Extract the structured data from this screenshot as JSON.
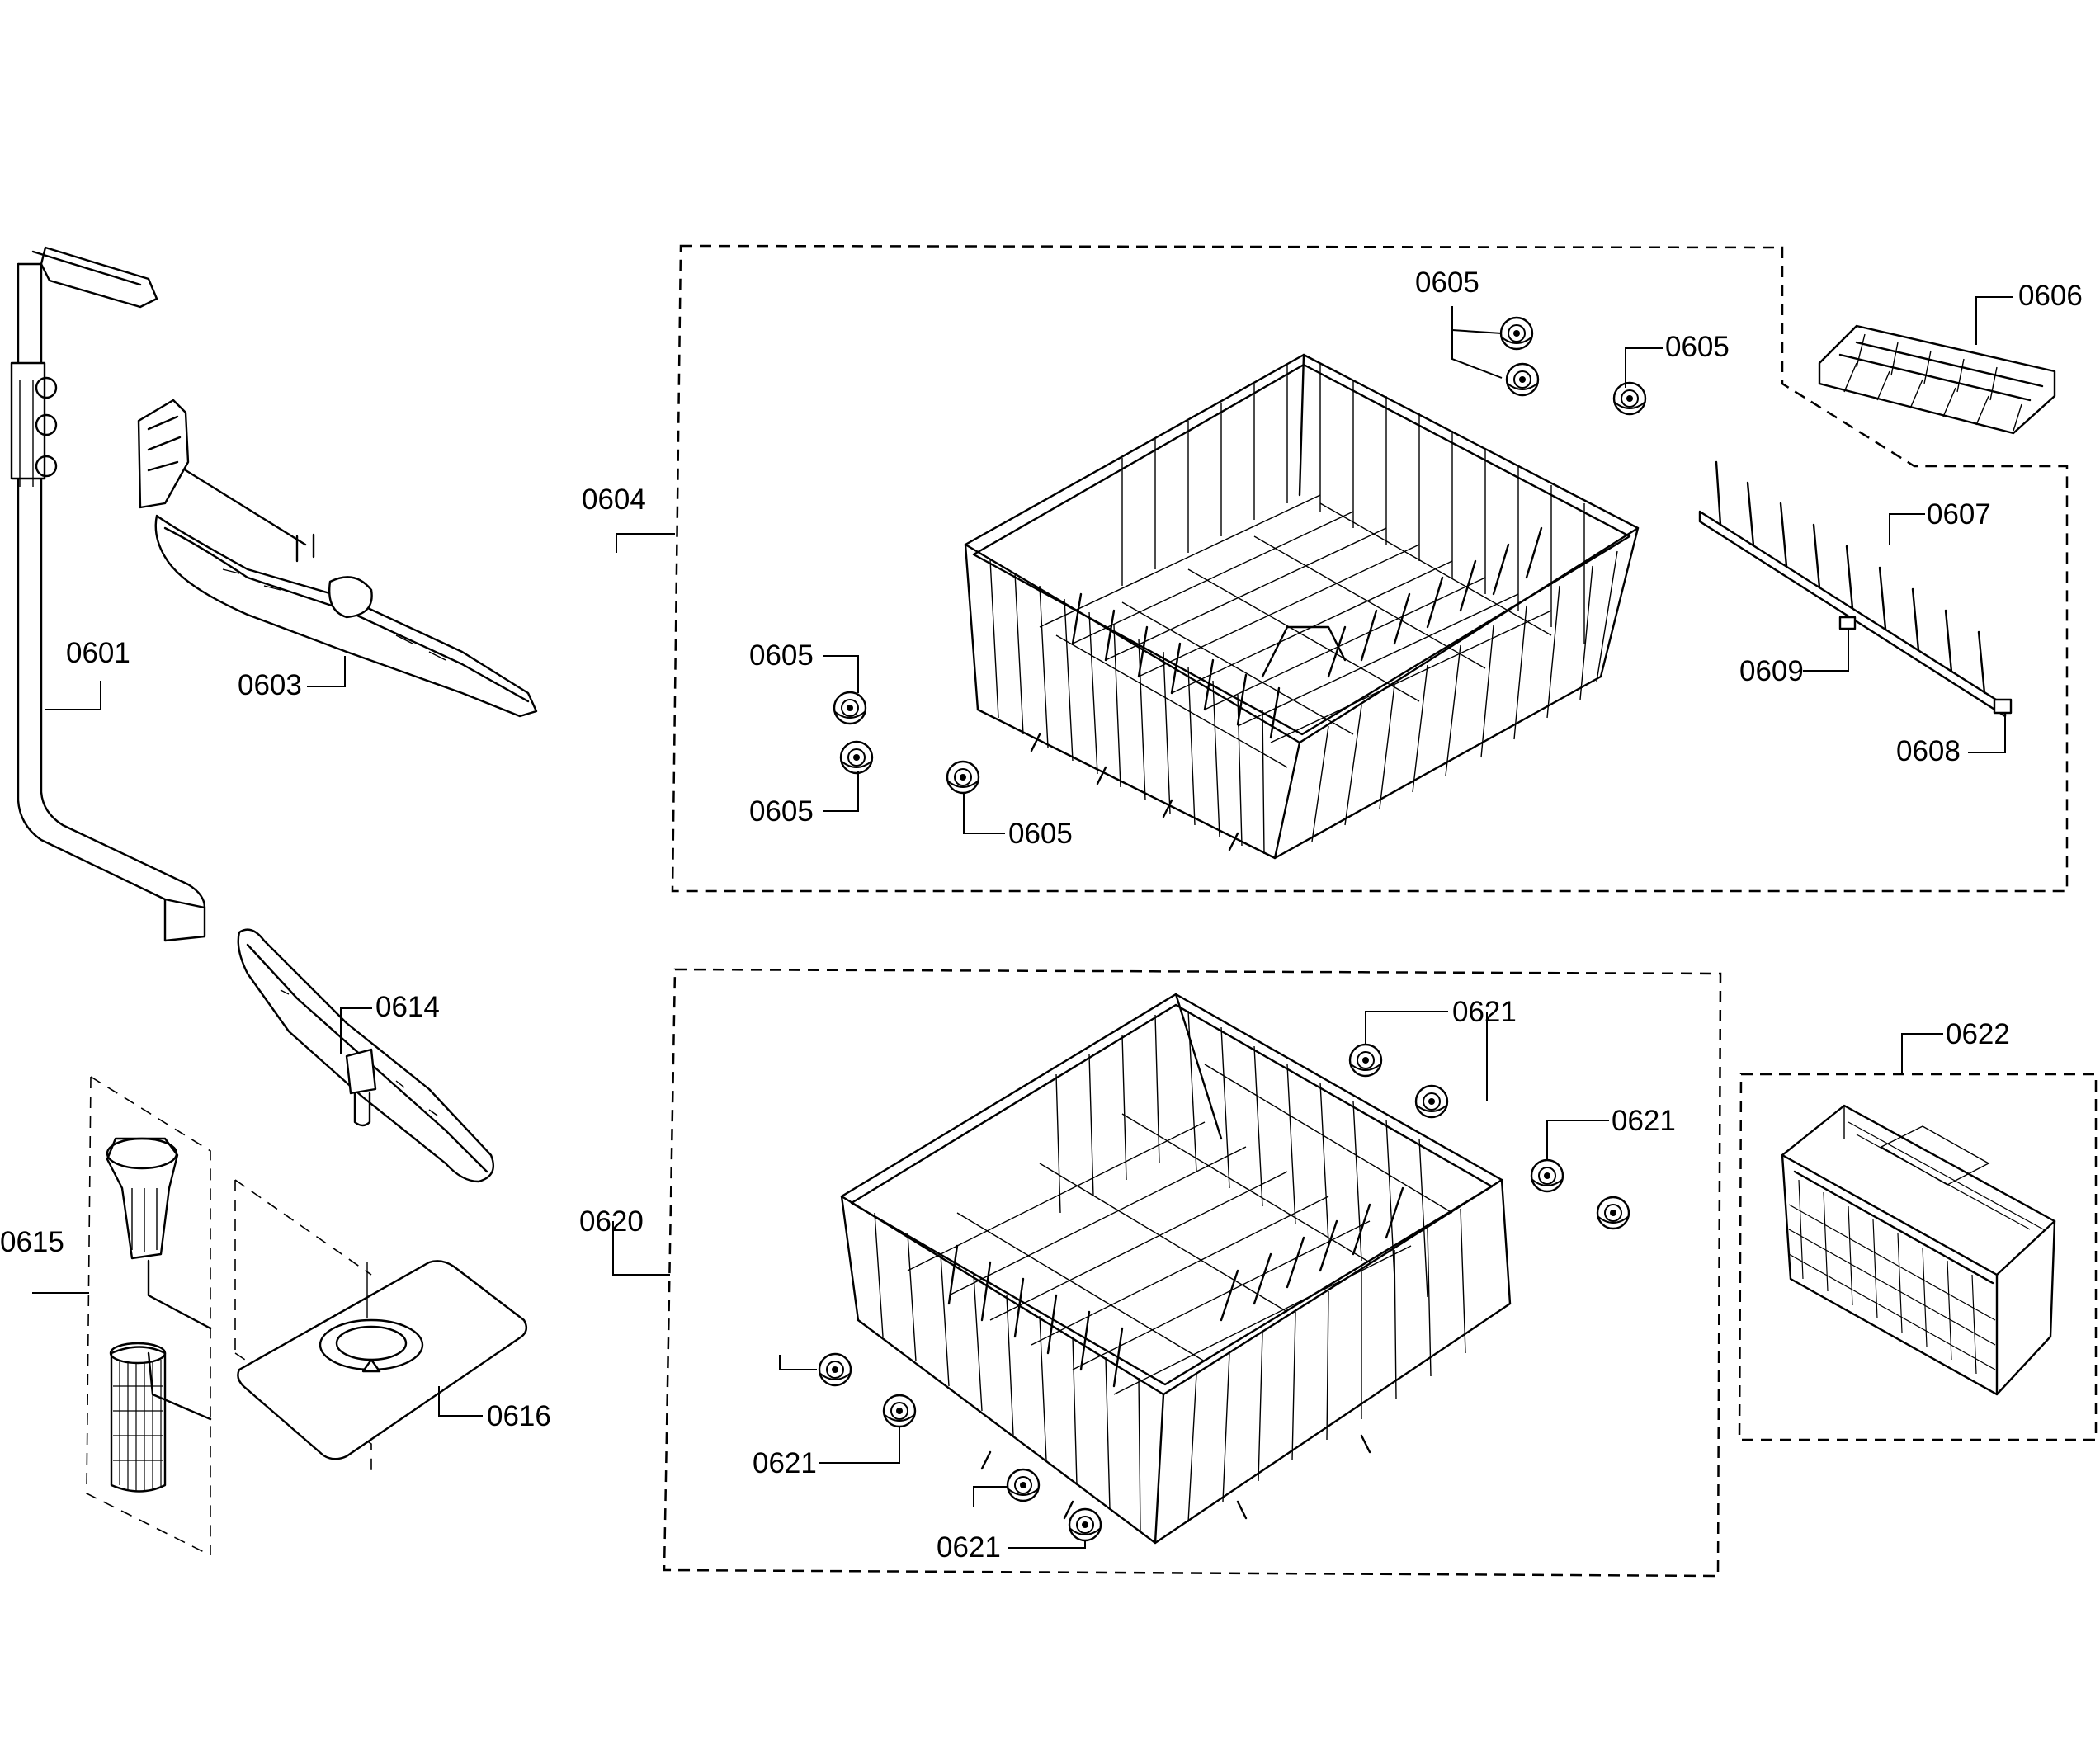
{
  "labels": {
    "l0601": "0601",
    "l0603": "0603",
    "l0604": "0604",
    "l0605a": "0605",
    "l0605b": "0605",
    "l0605c": "0605",
    "l0605d": "0605",
    "l0605e": "0605",
    "l0606": "0606",
    "l0607": "0607",
    "l0608": "0608",
    "l0609": "0609",
    "l0614": "0614",
    "l0615": "0615",
    "l0616": "0616",
    "l0620": "0620",
    "l0621a": "0621",
    "l0621b": "0621",
    "l0621c": "0621",
    "l0621d": "0621",
    "l0622": "0622"
  }
}
